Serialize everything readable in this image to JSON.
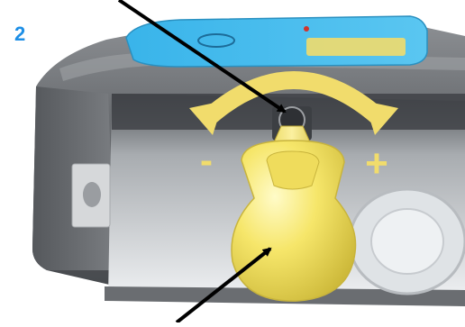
{
  "step": {
    "number": "2"
  },
  "adjustment": {
    "minus_label": "-",
    "plus_label": "+",
    "arrow_color": "#f1dc6c"
  },
  "colors": {
    "step_number": "#1e8fe6",
    "housing": "#5b5e62",
    "label_panel": "#3cb6ec",
    "knob": "#f6e66a",
    "pointer_arrows": "#000000"
  },
  "icons": {
    "curved_arrow": "double-headed-rotation-arrow",
    "pointer": "black-pointer-arrow"
  }
}
